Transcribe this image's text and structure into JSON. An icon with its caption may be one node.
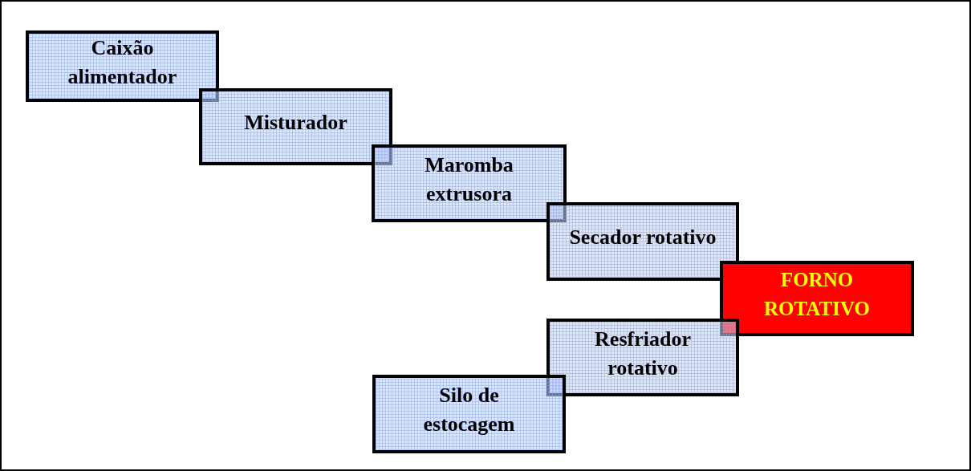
{
  "diagram": {
    "nodes": [
      {
        "text": [
          "Caixão alimentador"
        ]
      },
      {
        "text": [
          "Misturador"
        ]
      },
      {
        "text": [
          "Maromba extrusora"
        ]
      },
      {
        "text": [
          "Secador rotativo"
        ]
      },
      {
        "text": [
          "FORNO ROTATIVO"
        ]
      },
      {
        "text": [
          "Resfriador rotativo"
        ]
      },
      {
        "text": [
          "Silo de estocagem"
        ]
      }
    ]
  }
}
